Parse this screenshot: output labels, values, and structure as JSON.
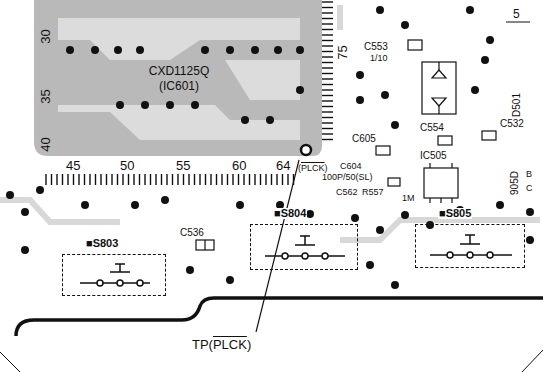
{
  "diagram": {
    "nodes": [
      {
        "text": [
          "CXD1125Q",
          "(IC601)"
        ]
      },
      {
        "text": [
          "■S803"
        ]
      },
      {
        "text": [
          "■S804"
        ]
      },
      {
        "text": [
          "■S805"
        ]
      }
    ],
    "labels": [
      "30",
      "35",
      "40",
      "45",
      "50",
      "55",
      "60",
      "64",
      "75",
      "(PLCK)",
      "TP(PLCK)",
      "C553",
      "1/10",
      "D501",
      "C605",
      "C554",
      "C532",
      "C604",
      "100P/50(SL)",
      "IC505",
      "C562",
      "R557",
      "1M",
      "C536",
      "5",
      "905D",
      "B",
      "C"
    ]
  }
}
